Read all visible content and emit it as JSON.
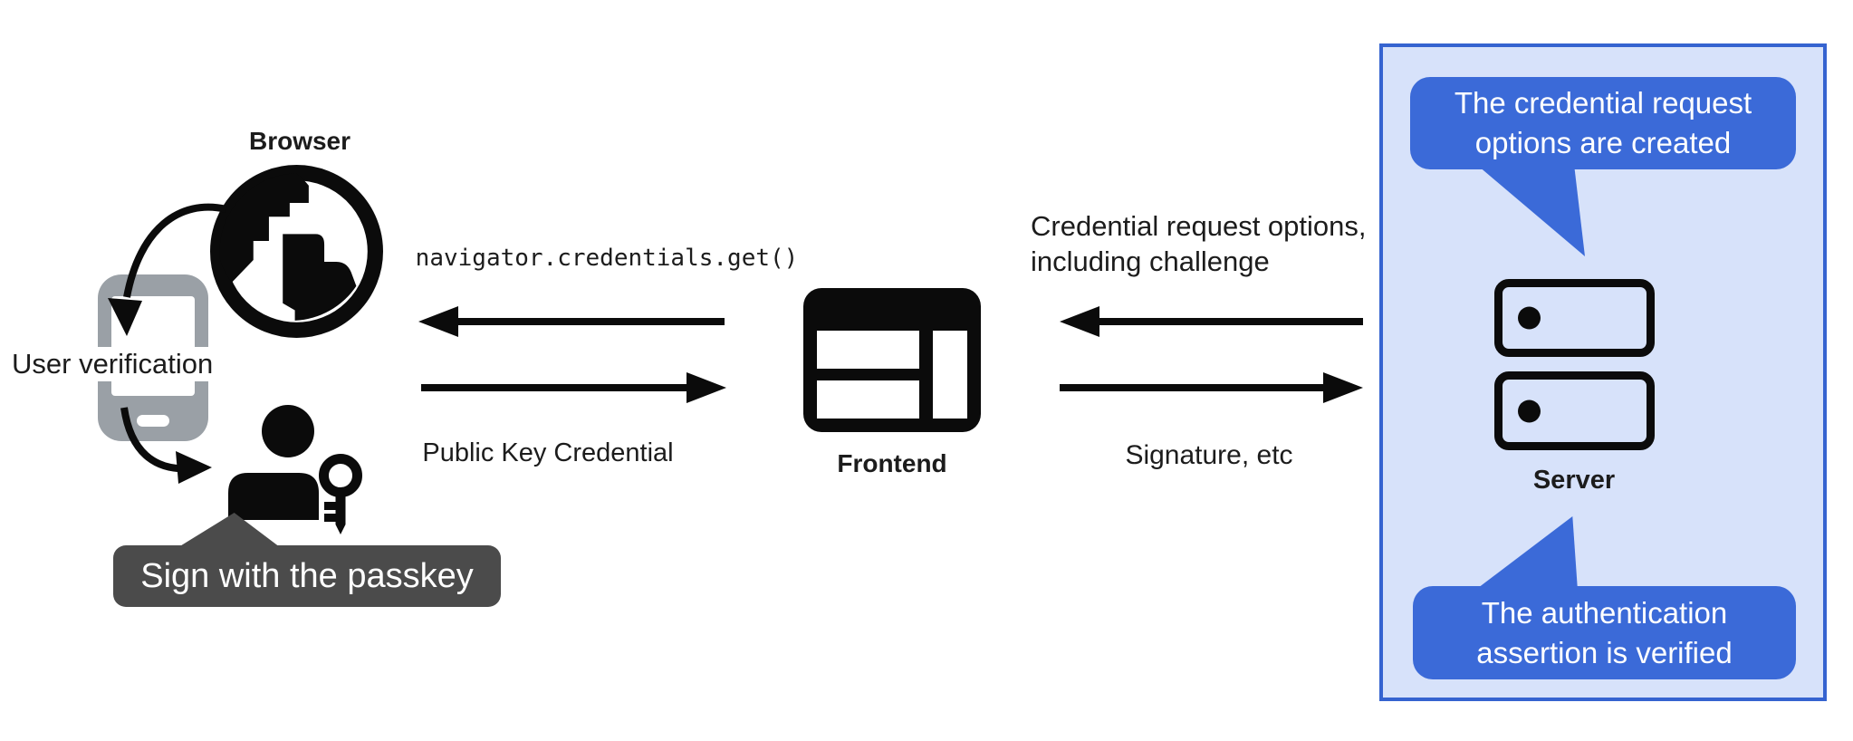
{
  "colors": {
    "ink": "#1c1c1c",
    "icon_black": "#0b0b0b",
    "bubble_blue": "#3b6ad8",
    "panel_bg": "#d7e2fa",
    "panel_border": "#3563d0",
    "dark_bubble": "#4b4b4b",
    "phone_gray": "#9aa0a6"
  },
  "browser": {
    "label": "Browser",
    "user_verification_label": "User verification",
    "passkey_bubble_label": "Sign with the passkey"
  },
  "frontend": {
    "label": "Frontend"
  },
  "server": {
    "label": "Server",
    "request_bubble_label": "The credential request options are created",
    "verify_bubble_label": "The authentication assertion is verified"
  },
  "messages": {
    "api_call": "navigator.credentials.get()",
    "public_key_credential": "Public Key Credential",
    "credential_request_line1": "Credential request options,",
    "credential_request_line2": "including challenge",
    "signature": "Signature, etc"
  },
  "icons": {
    "globe": "globe-icon",
    "phone": "phone-icon",
    "person_passkey": "person-passkey-icon",
    "frontend_window": "browser-window-icon",
    "server": "server-stack-icon",
    "arrows": [
      "arrow-frontend-to-browser",
      "arrow-browser-to-frontend",
      "arrow-server-to-frontend",
      "arrow-frontend-to-server",
      "curved-arrow-globe-to-phone",
      "curved-arrow-phone-to-user"
    ]
  }
}
